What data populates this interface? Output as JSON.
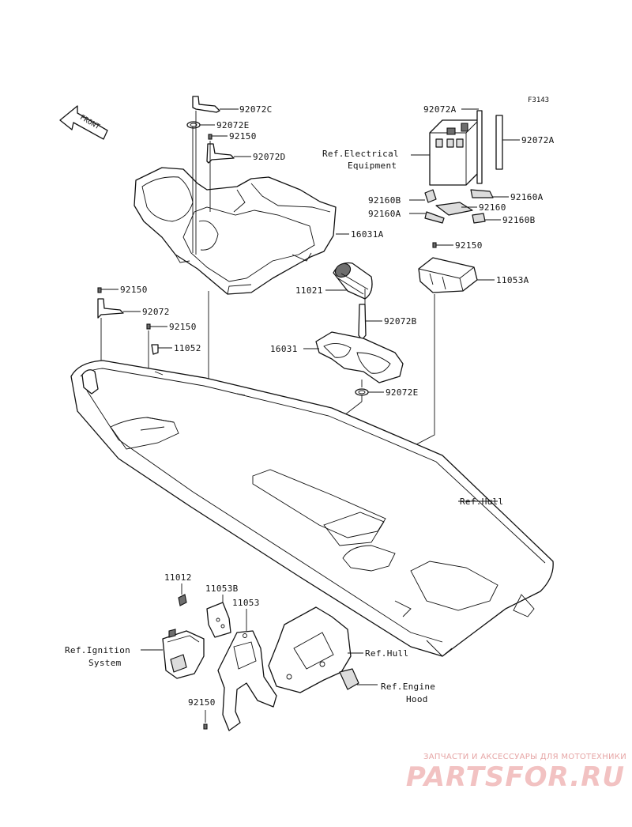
{
  "figure_code": "F3143",
  "front_label": "FRONT",
  "labels": {
    "p92072c": "92072C",
    "p92072e_top": "92072E",
    "p92150_a": "92150",
    "p92072d": "92072D",
    "p16031a": "16031A",
    "p92150_b": "92150",
    "p92072": "92072",
    "p92150_c": "92150",
    "p11052": "11052",
    "p11021": "11021",
    "p92072b": "92072B",
    "p16031": "16031",
    "p92072e_bottom": "92072E",
    "p92072a_left": "92072A",
    "p92072a_right": "92072A",
    "ref_electrical_1": "Ref.Electrical",
    "ref_electrical_2": "Equipment",
    "p92160b_left": "92160B",
    "p92160a_right": "92160A",
    "p92160": "92160",
    "p92160a_left": "92160A",
    "p92160b_right": "92160B",
    "p92150_d": "92150",
    "p11053a": "11053A",
    "ref_hull_main": "Ref.Hull",
    "p11012": "11012",
    "p11053b": "11053B",
    "p11053": "11053",
    "ref_ignition_1": "Ref.Ignition",
    "ref_ignition_2": "System",
    "ref_hull_small": "Ref.Hull",
    "ref_engine_1": "Ref.Engine",
    "ref_engine_2": "Hood",
    "p92150_e": "92150"
  },
  "watermark": {
    "tagline": "ЗАПЧАСТИ И АКСЕССУАРЫ ДЛЯ МОТОТЕХНИКИ",
    "brand": "PARTSFOR.RU",
    "color": "#e6a5a5"
  }
}
